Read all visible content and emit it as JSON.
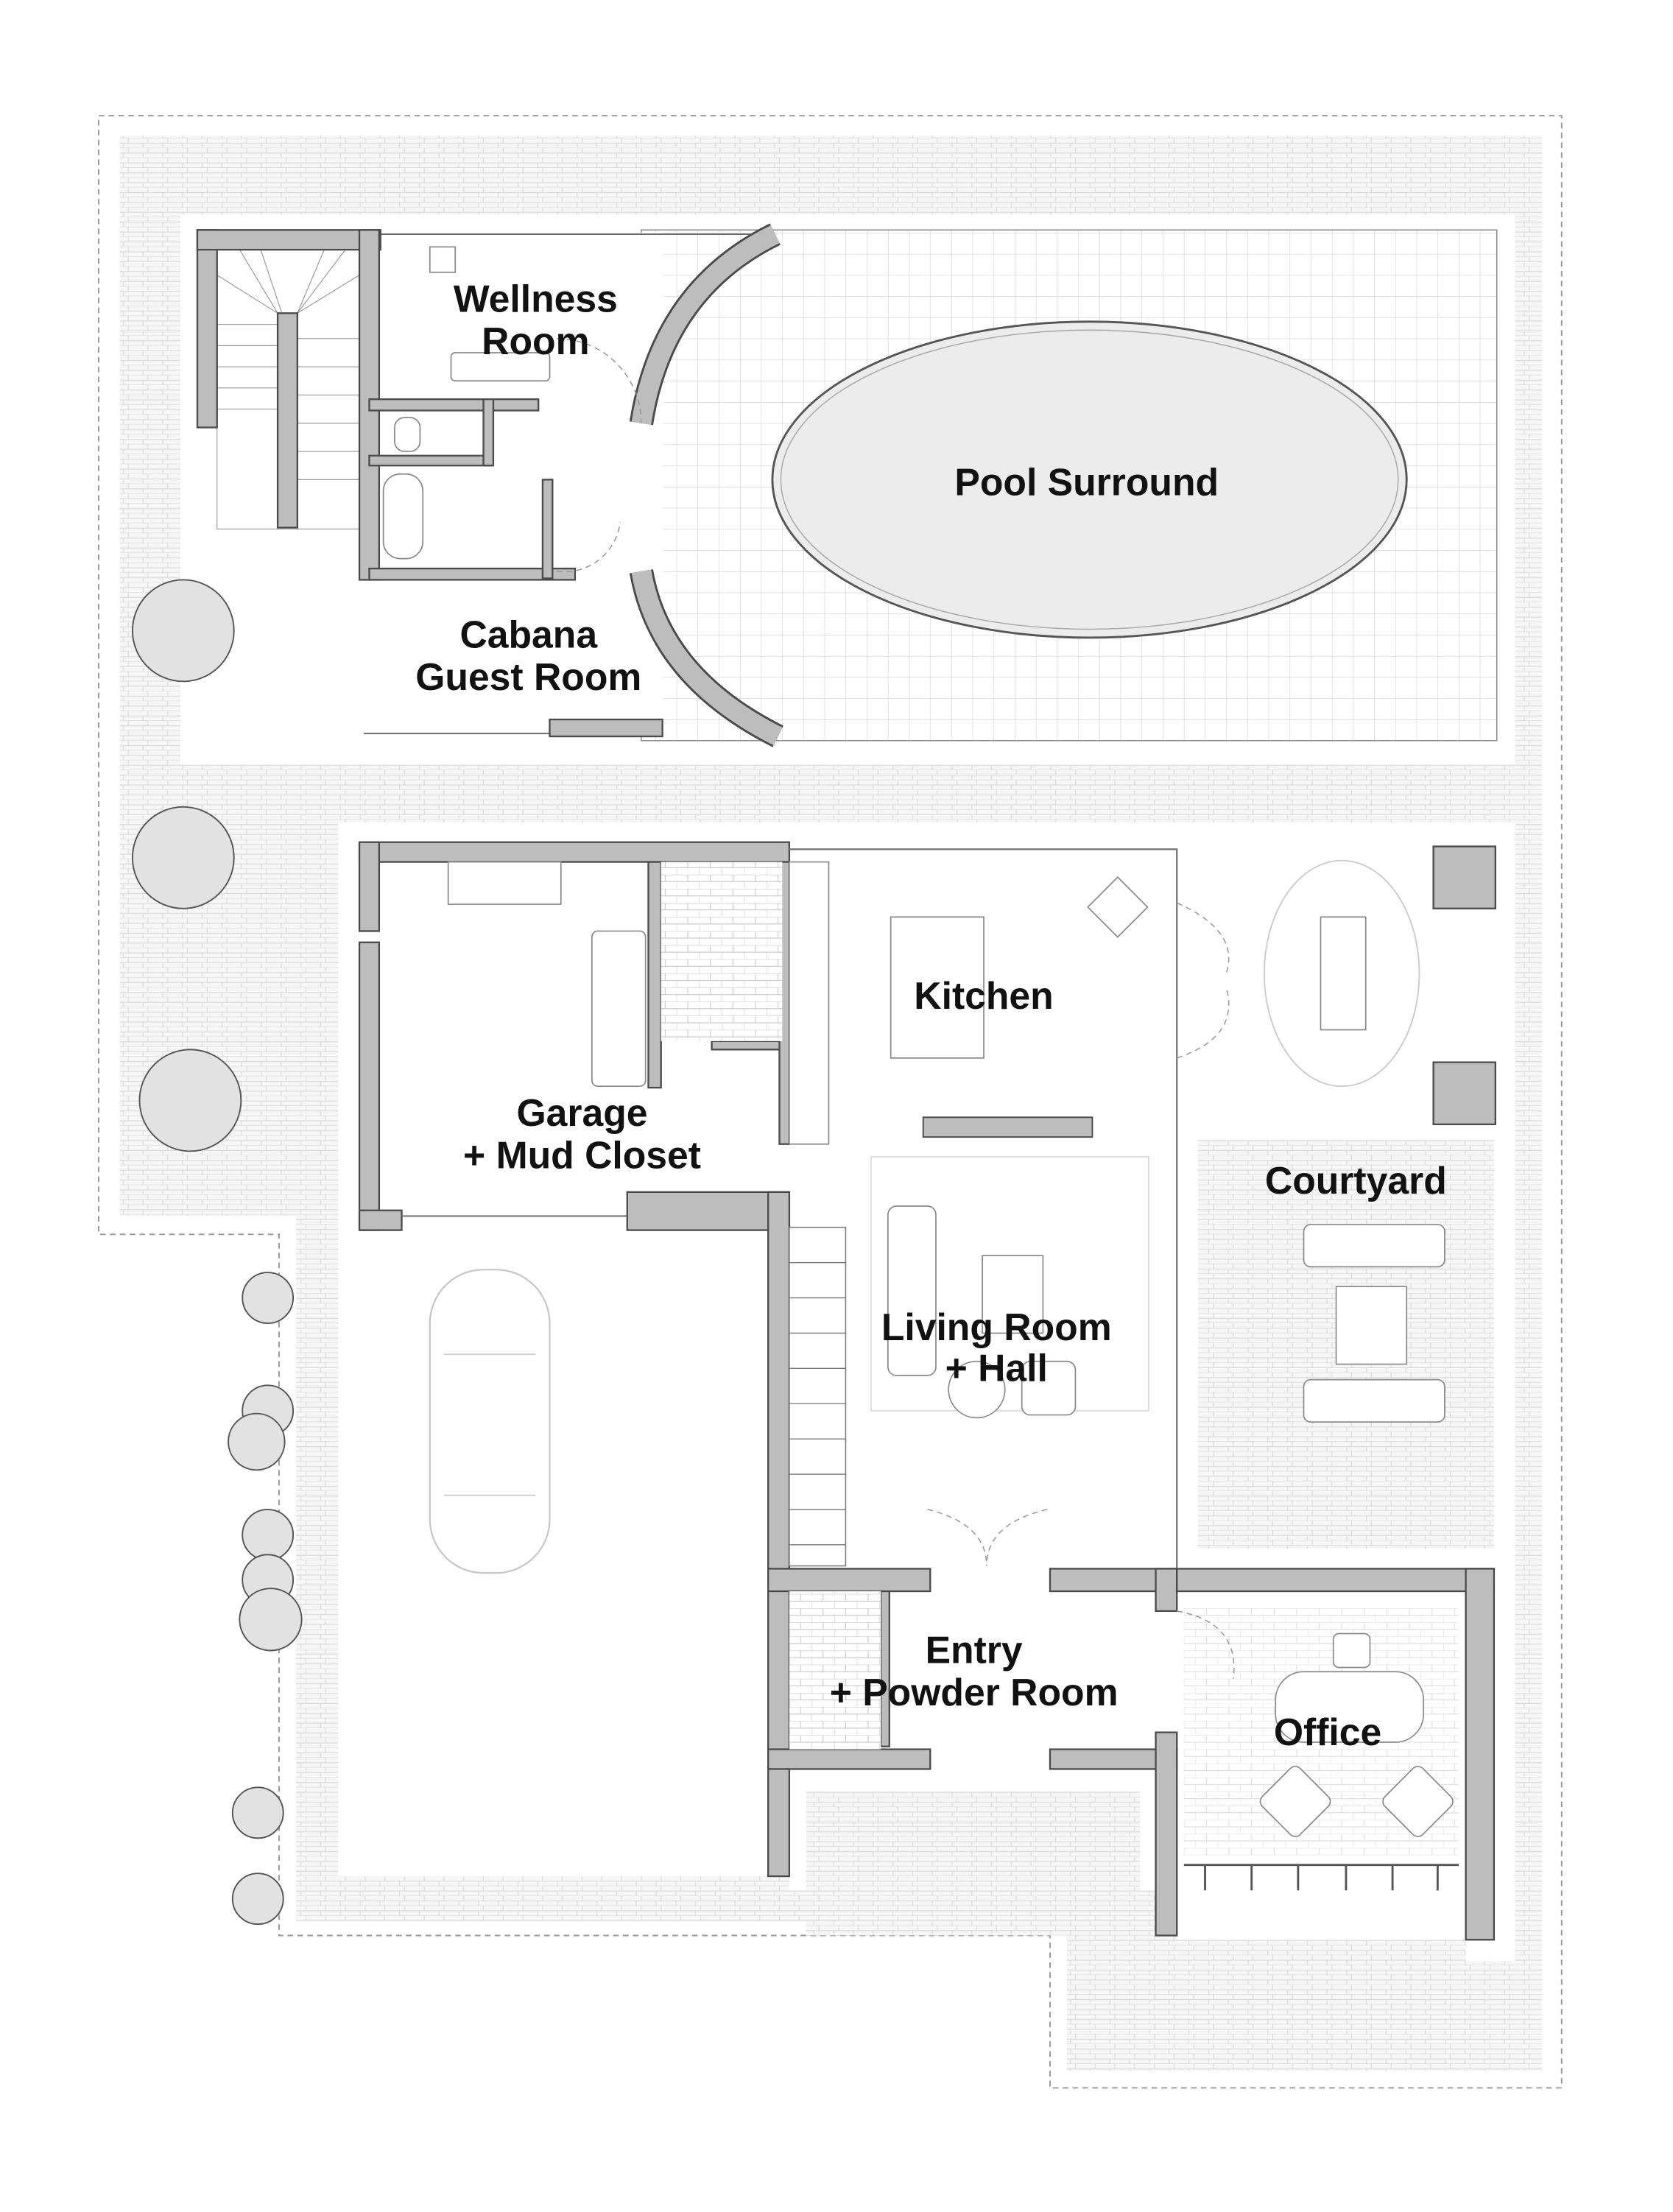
{
  "plan": {
    "rooms": {
      "wellness": {
        "line1": "Wellness",
        "line2": "Room"
      },
      "pool": {
        "line1": "Pool Surround"
      },
      "cabana": {
        "line1": "Cabana",
        "line2": "Guest Room"
      },
      "kitchen": {
        "line1": "Kitchen"
      },
      "garage": {
        "line1": "Garage",
        "line2": "+ Mud Closet"
      },
      "courtyard": {
        "line1": "Courtyard"
      },
      "living": {
        "line1": "Living Room",
        "line2": "+ Hall"
      },
      "entry": {
        "line1": "Entry",
        "line2": "+ Powder Room"
      },
      "office": {
        "line1": "Office"
      }
    },
    "colors": {
      "wall": "#bdbdbd",
      "outline": "#4a4a4a",
      "paving": "#f3f3f3",
      "text": "#111111"
    }
  }
}
